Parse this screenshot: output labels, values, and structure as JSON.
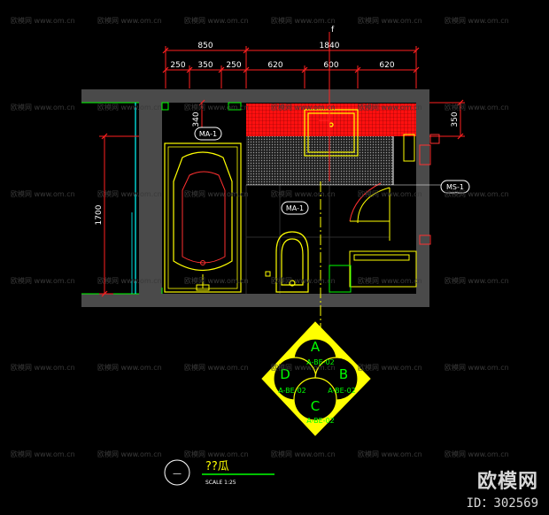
{
  "dimensions": {
    "top_total_left": "850",
    "top_total_right": "1840",
    "top_row": [
      "250",
      "350",
      "250",
      "620",
      "600",
      "620"
    ],
    "left_height": "1700",
    "inner_340": "340",
    "right_350": "350"
  },
  "tags": {
    "ma1_top": "MA-1",
    "ma1_mid": "MA-1",
    "ms1": "MS-1",
    "axis_label": "f"
  },
  "section_callout": {
    "top": {
      "letter": "A",
      "ref": "A-BE-02"
    },
    "left": {
      "letter": "D",
      "ref": "A-BE-02"
    },
    "right": {
      "letter": "B",
      "ref": "A-BE-02"
    },
    "bottom": {
      "letter": "C",
      "ref": "A-BE-02"
    }
  },
  "title_block": {
    "symbol": "—",
    "title": "??瓜",
    "scale": "SCALE 1:25"
  },
  "watermark": {
    "text": "欧模网 www.om.cn",
    "brand": "欧模网",
    "id": "ID：302569"
  },
  "colors": {
    "background": "#000000",
    "wall": "#4a4a4a",
    "dim": "#ff2020",
    "yellow": "#ffff00",
    "cyan": "#00ffff",
    "green": "#00ff00",
    "white": "#ffffff",
    "tile_red": "#ff1010"
  }
}
